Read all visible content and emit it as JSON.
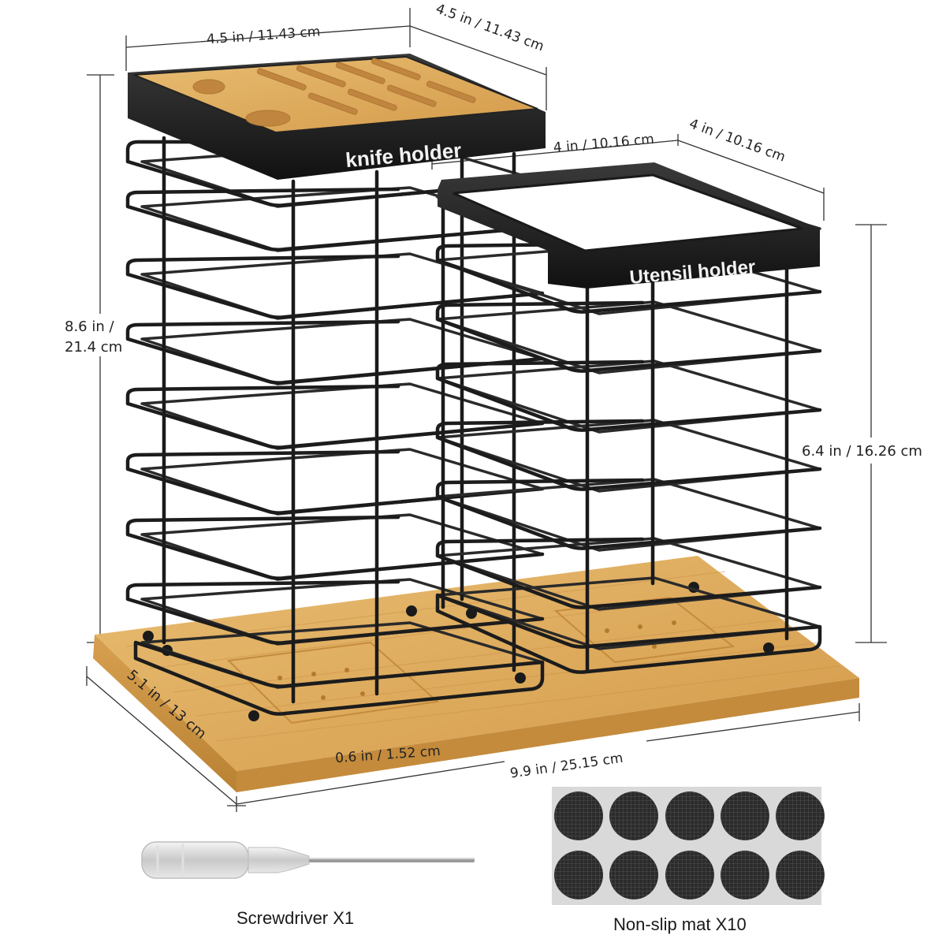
{
  "dimensions": {
    "knife_width": "4.5 in / 11.43 cm",
    "knife_depth": "4.5 in / 11.43 cm",
    "utensil_width": "4 in / 10.16 cm",
    "utensil_depth": "4 in / 10.16 cm",
    "total_height_line1": "8.6 in /",
    "total_height_line2": "21.4 cm",
    "utensil_height": "6.4 in / 16.26 cm",
    "base_depth": "5.1 in / 13 cm",
    "base_thickness": "0.6 in / 1.52 cm",
    "base_width": "9.9 in / 25.15 cm"
  },
  "product": {
    "knife_label": "knife holder",
    "utensil_label": "Utensil holder"
  },
  "accessories": {
    "screwdriver": "Screwdriver  X1",
    "mat": "Non-slip mat  X10"
  },
  "colors": {
    "bamboo": "#d9a85c",
    "bamboo_dark": "#b98232",
    "metal": "#1c1c1c",
    "brand_text": "#f2f2f2"
  }
}
